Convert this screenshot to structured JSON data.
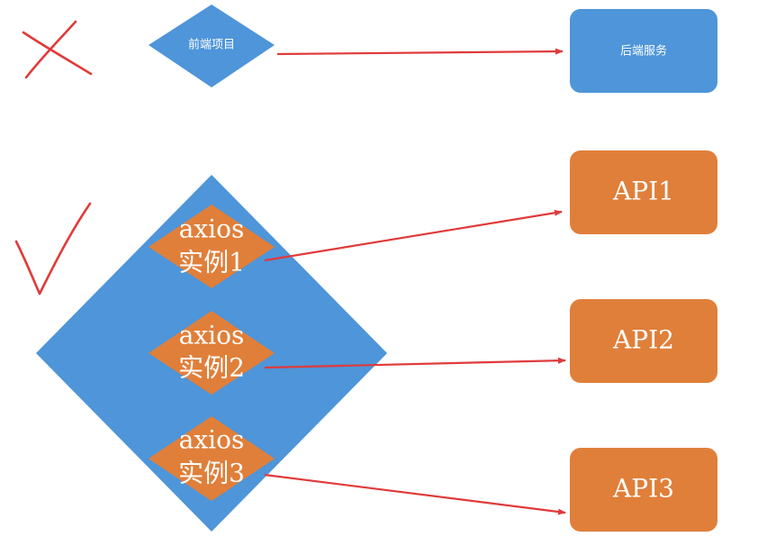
{
  "colors": {
    "blue": "#4e95d9",
    "orange": "#e07f3a",
    "arrow": "#e03a3a",
    "mark": "#e03a3a"
  },
  "wrong_case": {
    "mark": "cross-icon",
    "frontend_label": "前端项目",
    "backend_label": "后端服务"
  },
  "right_case": {
    "mark": "check-icon",
    "instances": [
      {
        "line1": "axios",
        "line2": "实例1"
      },
      {
        "line1": "axios",
        "line2": "实例2"
      },
      {
        "line1": "axios",
        "line2": "实例3"
      }
    ],
    "apis": [
      {
        "label": "API1"
      },
      {
        "label": "API2"
      },
      {
        "label": "API3"
      }
    ]
  }
}
